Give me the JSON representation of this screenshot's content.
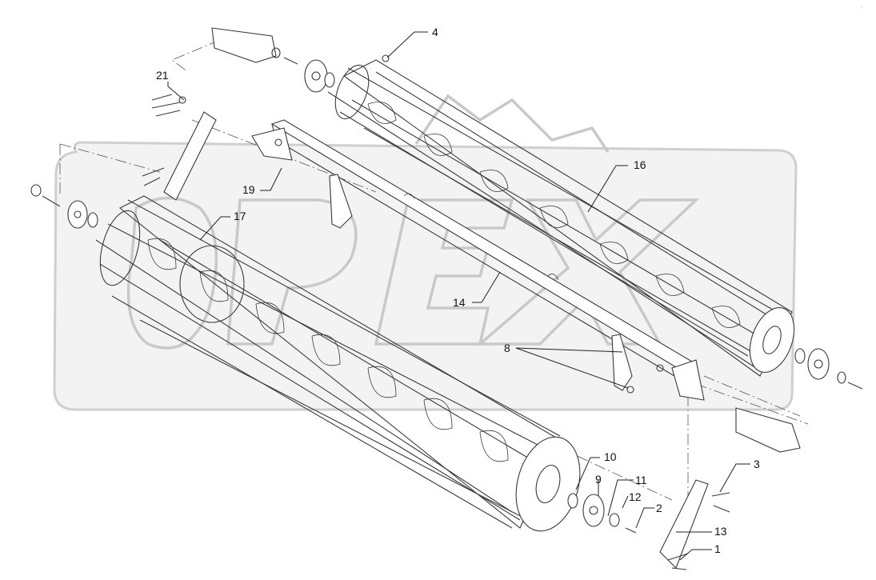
{
  "diagram": {
    "callouts": [
      {
        "id": "c4",
        "label": "4"
      },
      {
        "id": "c21",
        "label": "21"
      },
      {
        "id": "c16",
        "label": "16"
      },
      {
        "id": "c19",
        "label": "19"
      },
      {
        "id": "c17",
        "label": "17"
      },
      {
        "id": "c14",
        "label": "14"
      },
      {
        "id": "c8",
        "label": "8"
      },
      {
        "id": "c10",
        "label": "10"
      },
      {
        "id": "c9",
        "label": "9"
      },
      {
        "id": "c11",
        "label": "11"
      },
      {
        "id": "c12",
        "label": "12"
      },
      {
        "id": "c2",
        "label": "2"
      },
      {
        "id": "c3",
        "label": "3"
      },
      {
        "id": "c13",
        "label": "13"
      },
      {
        "id": "c1",
        "label": "1"
      }
    ],
    "watermark": "OPEX",
    "corner_mark": "."
  },
  "colors": {
    "line": "#3a3a3a",
    "watermark": "#c9c9c9",
    "background": "#ffffff"
  }
}
